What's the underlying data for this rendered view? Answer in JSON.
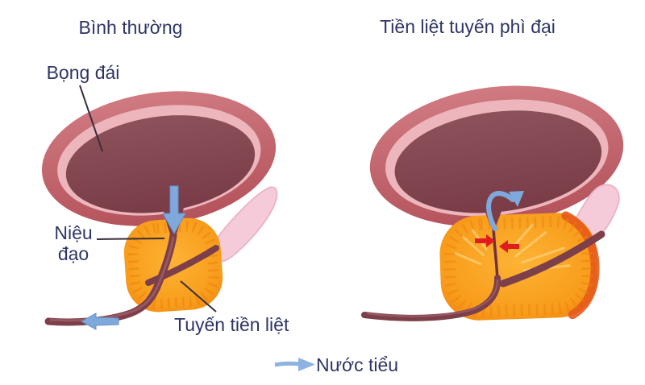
{
  "left_panel": {
    "title": "Bình thường",
    "labels": {
      "bladder": "Bọng đái",
      "urethra": "Niệu đạo",
      "prostate": "Tuyến tiền liệt"
    }
  },
  "right_panel": {
    "title": "Tiền liệt tuyến phì đại"
  },
  "legend": {
    "urine": "Nước tiểu"
  },
  "colors": {
    "text": "#2e3566",
    "bladder_wall": "#c2626a",
    "bladder_lining": "#ecb6bc",
    "bladder_interior": "#7e424c",
    "prostate_orange": "#f89c1b",
    "prostate_rim_red": "#e65a1b",
    "urethra": "#7d3f49",
    "seminal_vesicle": "#f6cbd9",
    "urine_arrow_blue": "#7fa9dc",
    "compression_arrow_red": "#e01c1c"
  }
}
